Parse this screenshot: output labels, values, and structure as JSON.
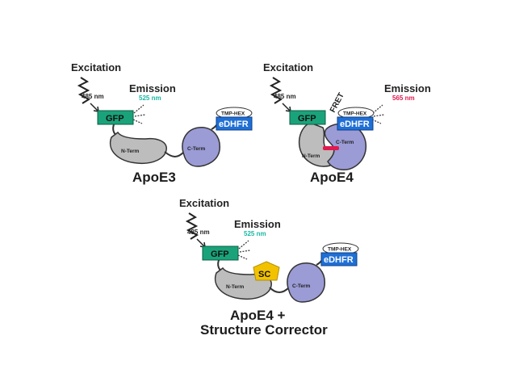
{
  "panels": [
    {
      "title": "ApoE3",
      "excitation": "Excitation",
      "excitation_wavelength": "485 nm",
      "emission": "Emission",
      "emission_wavelength": "525 nm",
      "emission_color": "#19b7a3",
      "gfp": "GFP",
      "edhfr": "eDHFR",
      "tmp_hex": "TMP-HEX",
      "n_term": "N-Term",
      "c_term": "C-Term"
    },
    {
      "title": "ApoE4",
      "excitation": "Excitation",
      "excitation_wavelength": "485 nm",
      "emission": "Emission",
      "emission_wavelength": "565 nm",
      "emission_color": "#e0194f",
      "fret": "FRET",
      "gfp": "GFP",
      "edhfr": "eDHFR",
      "tmp_hex": "TMP-HEX",
      "n_term": "N-Term",
      "c_term": "C-Term"
    },
    {
      "title_line1": "ApoE4 +",
      "title_line2": "Structure Corrector",
      "excitation": "Excitation",
      "excitation_wavelength": "485 nm",
      "emission": "Emission",
      "emission_wavelength": "525 nm",
      "emission_color": "#19b7a3",
      "gfp": "GFP",
      "edhfr": "eDHFR",
      "tmp_hex": "TMP-HEX",
      "n_term": "N-Term",
      "c_term": "C-Term",
      "sc": "SC"
    }
  ],
  "colors": {
    "gfp_box": "#1aa37a",
    "edhfr_box": "#1f6fd6",
    "n_term_fill": "#bdbdbd",
    "c_term_fill": "#9b9bd6",
    "sc_fill": "#f2c200",
    "salt_bridge": "#e0194f"
  }
}
